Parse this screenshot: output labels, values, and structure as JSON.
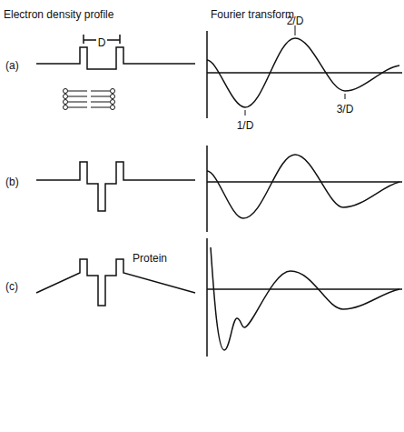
{
  "diagram": {
    "labels": [
      "Electron density profile",
      "Fourier transform",
      "D",
      "(a)",
      "2/D",
      "1/D",
      "3/D",
      "(b)",
      "(c)",
      "Protein"
    ]
  }
}
